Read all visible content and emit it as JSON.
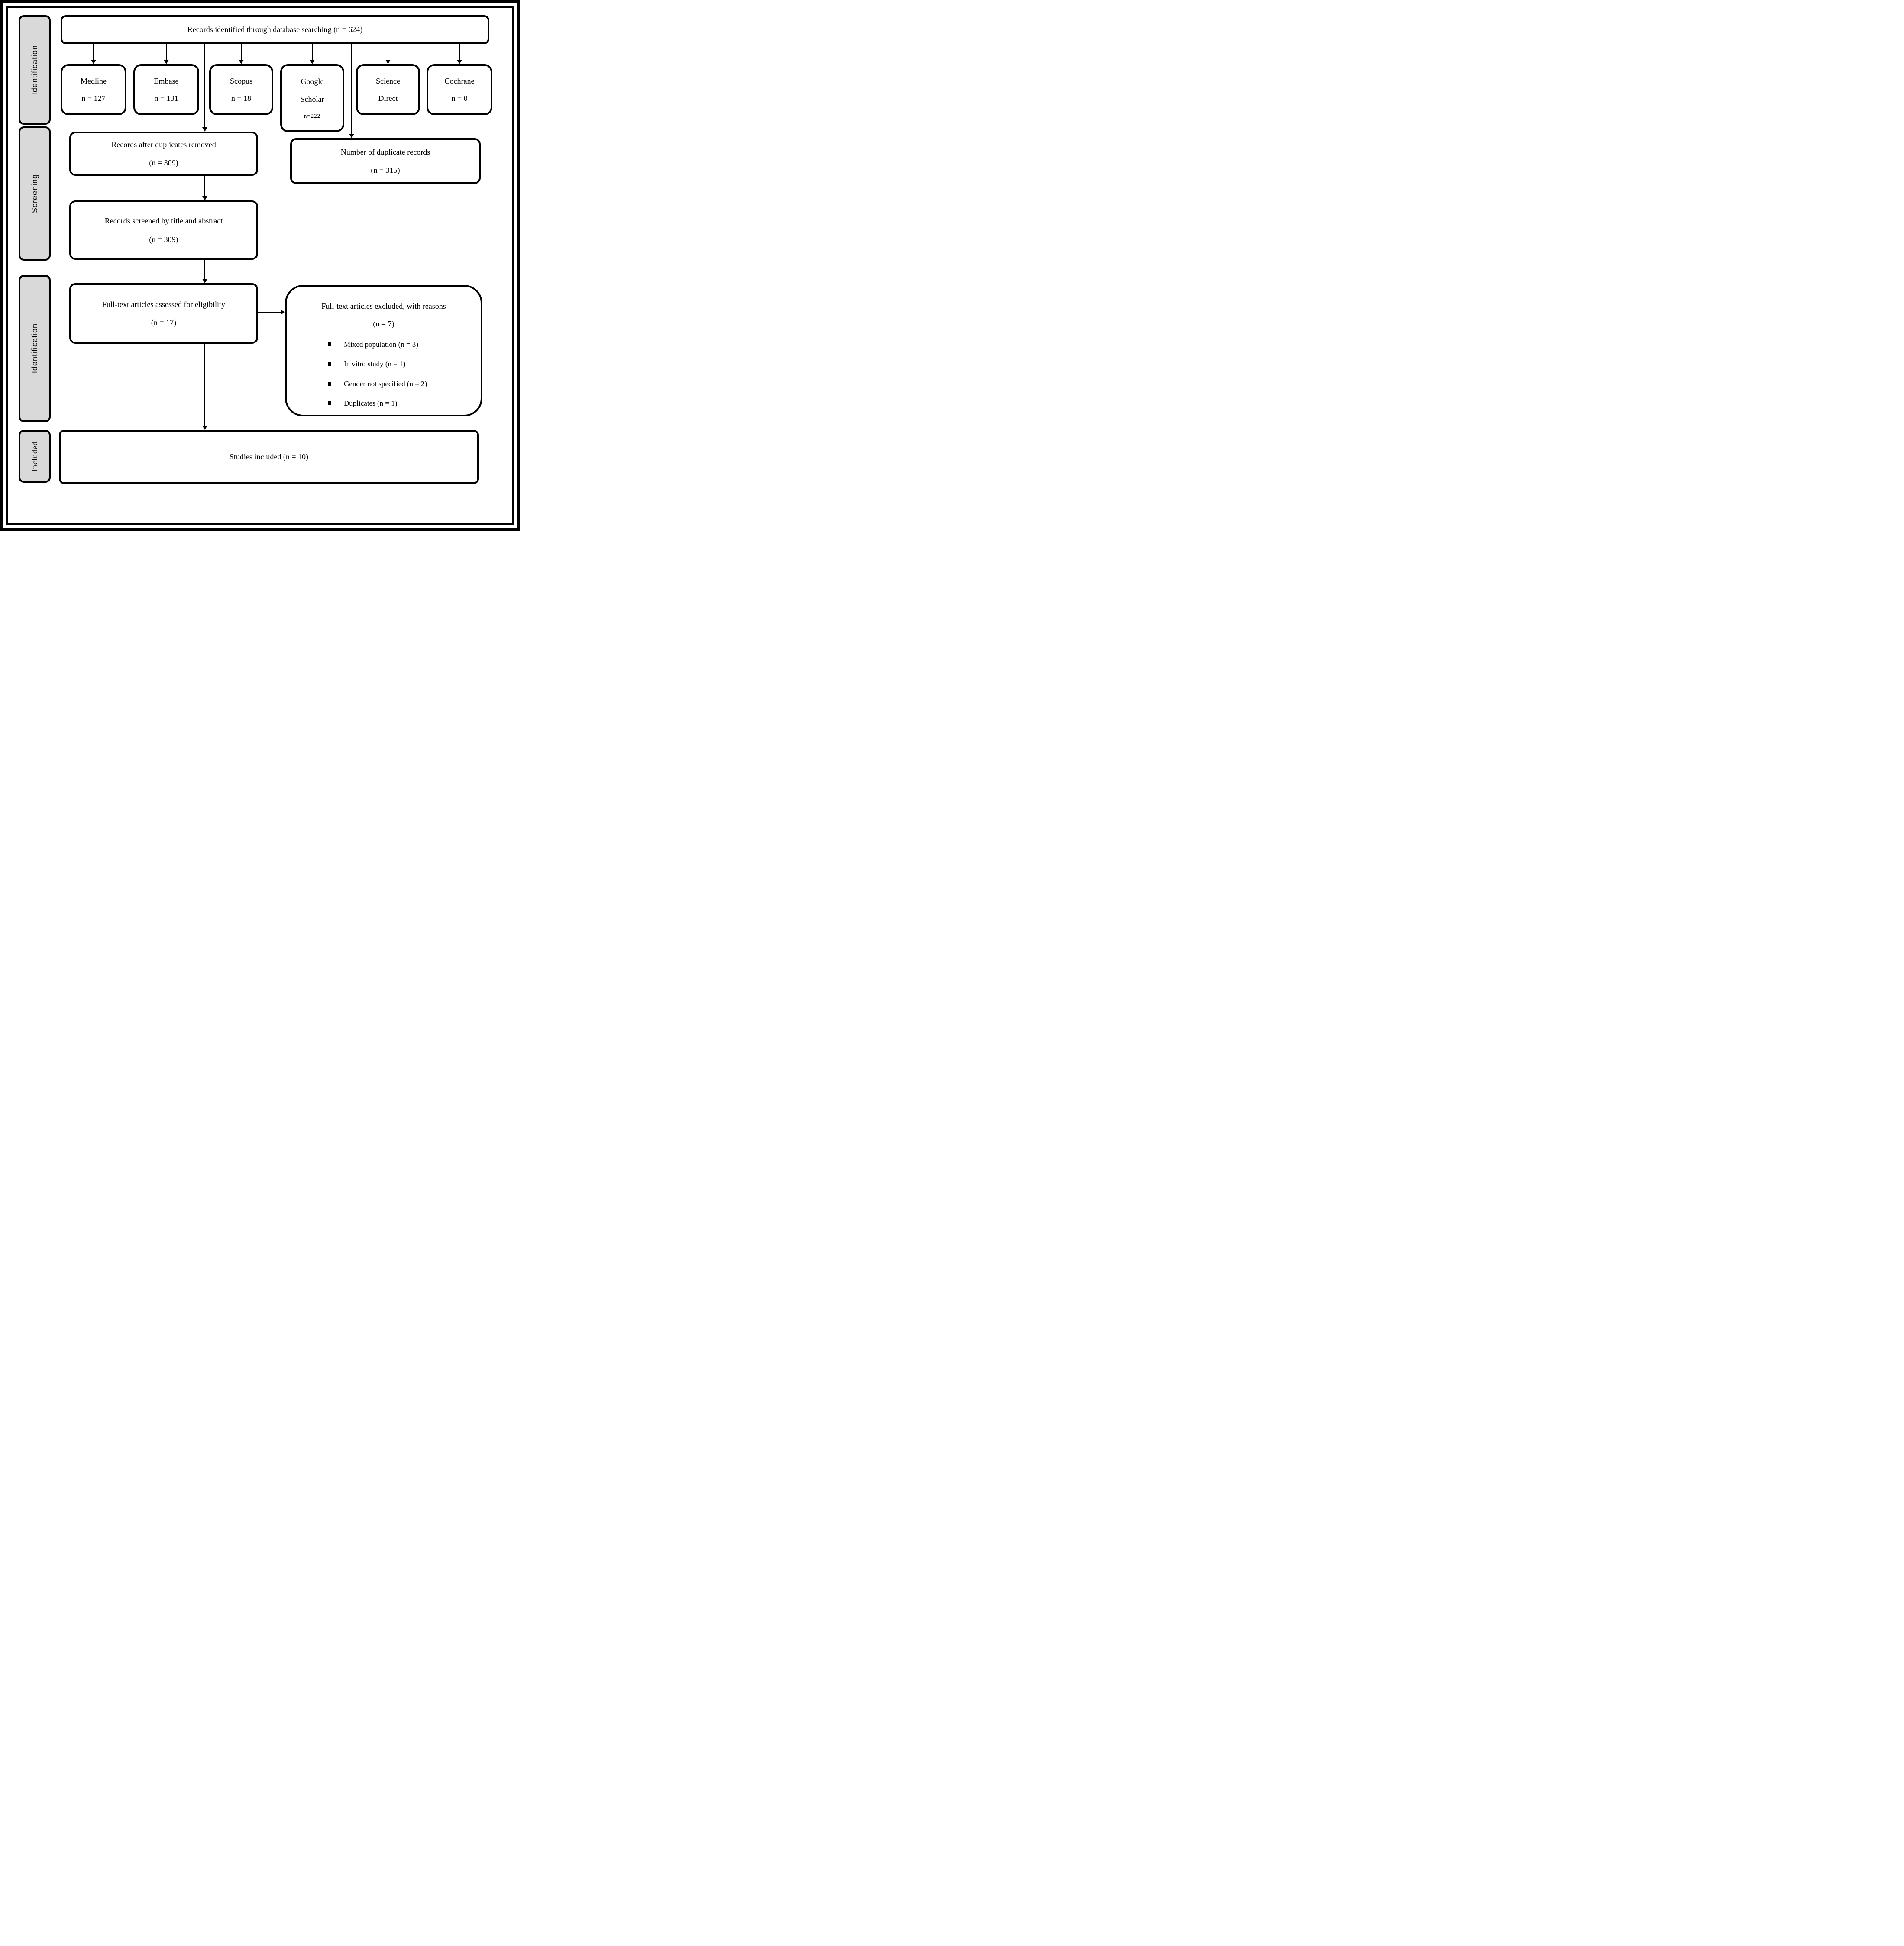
{
  "sidebar": {
    "labels": [
      "Identification",
      "Screening",
      "Identification",
      "Included"
    ]
  },
  "flow": {
    "identified": "Records identified through database searching (n = 624)",
    "databases": [
      {
        "line1": "Medline",
        "line2": "n = 127"
      },
      {
        "line1": "Embase",
        "line2": "n = 131"
      },
      {
        "line1": "Scopus",
        "line2": "n = 18"
      },
      {
        "line1": "Google",
        "line2": "Scholar",
        "line3": "n=222"
      },
      {
        "line1": "Science",
        "line2": "Direct"
      },
      {
        "line1": "Cochrane",
        "line2": "n = 0"
      }
    ],
    "after_duplicates": {
      "line1": "Records after duplicates removed",
      "line2": "(n = 309)"
    },
    "duplicate_records": {
      "line1": "Number of duplicate records",
      "line2": "(n = 315)"
    },
    "screened": {
      "line1": "Records screened by title and abstract",
      "line2": "(n = 309)"
    },
    "fulltext_assessed": {
      "line1": "Full-text articles assessed for eligibility",
      "line2": "(n = 17)"
    },
    "fulltext_excluded": {
      "line1": "Full-text articles excluded, with reasons",
      "line2": "(n = 7)",
      "reasons": [
        "Mixed population (n = 3)",
        "In vitro study (n = 1)",
        "Gender not specified (n = 2)",
        "Duplicates (n = 1)"
      ]
    },
    "included": "Studies included  (n = 10)"
  },
  "colors": {
    "stage_fill": "#d9d9d9",
    "line": "#000000"
  }
}
